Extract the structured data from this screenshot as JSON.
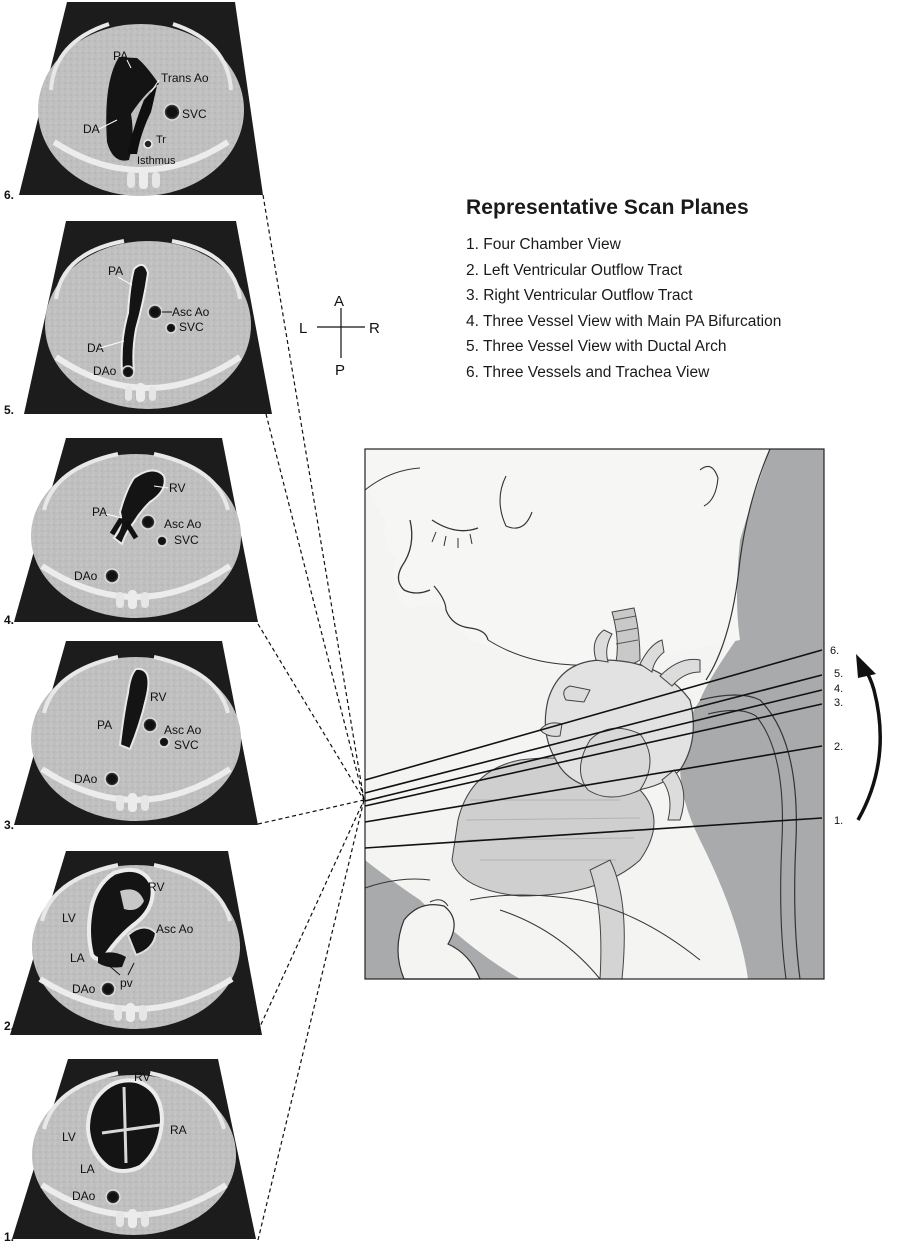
{
  "legend": {
    "title": "Representative Scan Planes",
    "items": [
      "1. Four Chamber View",
      "2. Left Ventricular Outflow Tract",
      "3. Right Ventricular Outflow Tract",
      "4. Three Vessel View with Main PA Bifurcation",
      "5. Three Vessel View with Ductal Arch",
      "6. Three Vessels and Trachea View"
    ]
  },
  "orientation": {
    "anterior": "A",
    "posterior": "P",
    "left": "L",
    "right": "R"
  },
  "panels": [
    {
      "number": "6.",
      "labels": [
        "PA",
        "Trans Ao",
        "SVC",
        "DA",
        "Tr",
        "Isthmus"
      ]
    },
    {
      "number": "5.",
      "labels": [
        "PA",
        "Asc Ao",
        "SVC",
        "DA",
        "DAo"
      ]
    },
    {
      "number": "4.",
      "labels": [
        "RV",
        "PA",
        "Asc Ao",
        "SVC",
        "DAo"
      ]
    },
    {
      "number": "3.",
      "labels": [
        "RV",
        "PA",
        "Asc Ao",
        "SVC",
        "DAo"
      ]
    },
    {
      "number": "2.",
      "labels": [
        "RV",
        "LV",
        "Asc Ao",
        "LA",
        "pv",
        "DAo"
      ]
    },
    {
      "number": "1.",
      "labels": [
        "RV",
        "LV",
        "RA",
        "LA",
        "DAo"
      ]
    }
  ],
  "plane_labels": [
    "6.",
    "5.",
    "4.",
    "3.",
    "2.",
    "1."
  ],
  "colors": {
    "ink": "#1a1a1a",
    "echo_gray": "#bdbdbd",
    "frame_gray": "#a9aaab",
    "panel_dark": "#1b1b1b"
  }
}
